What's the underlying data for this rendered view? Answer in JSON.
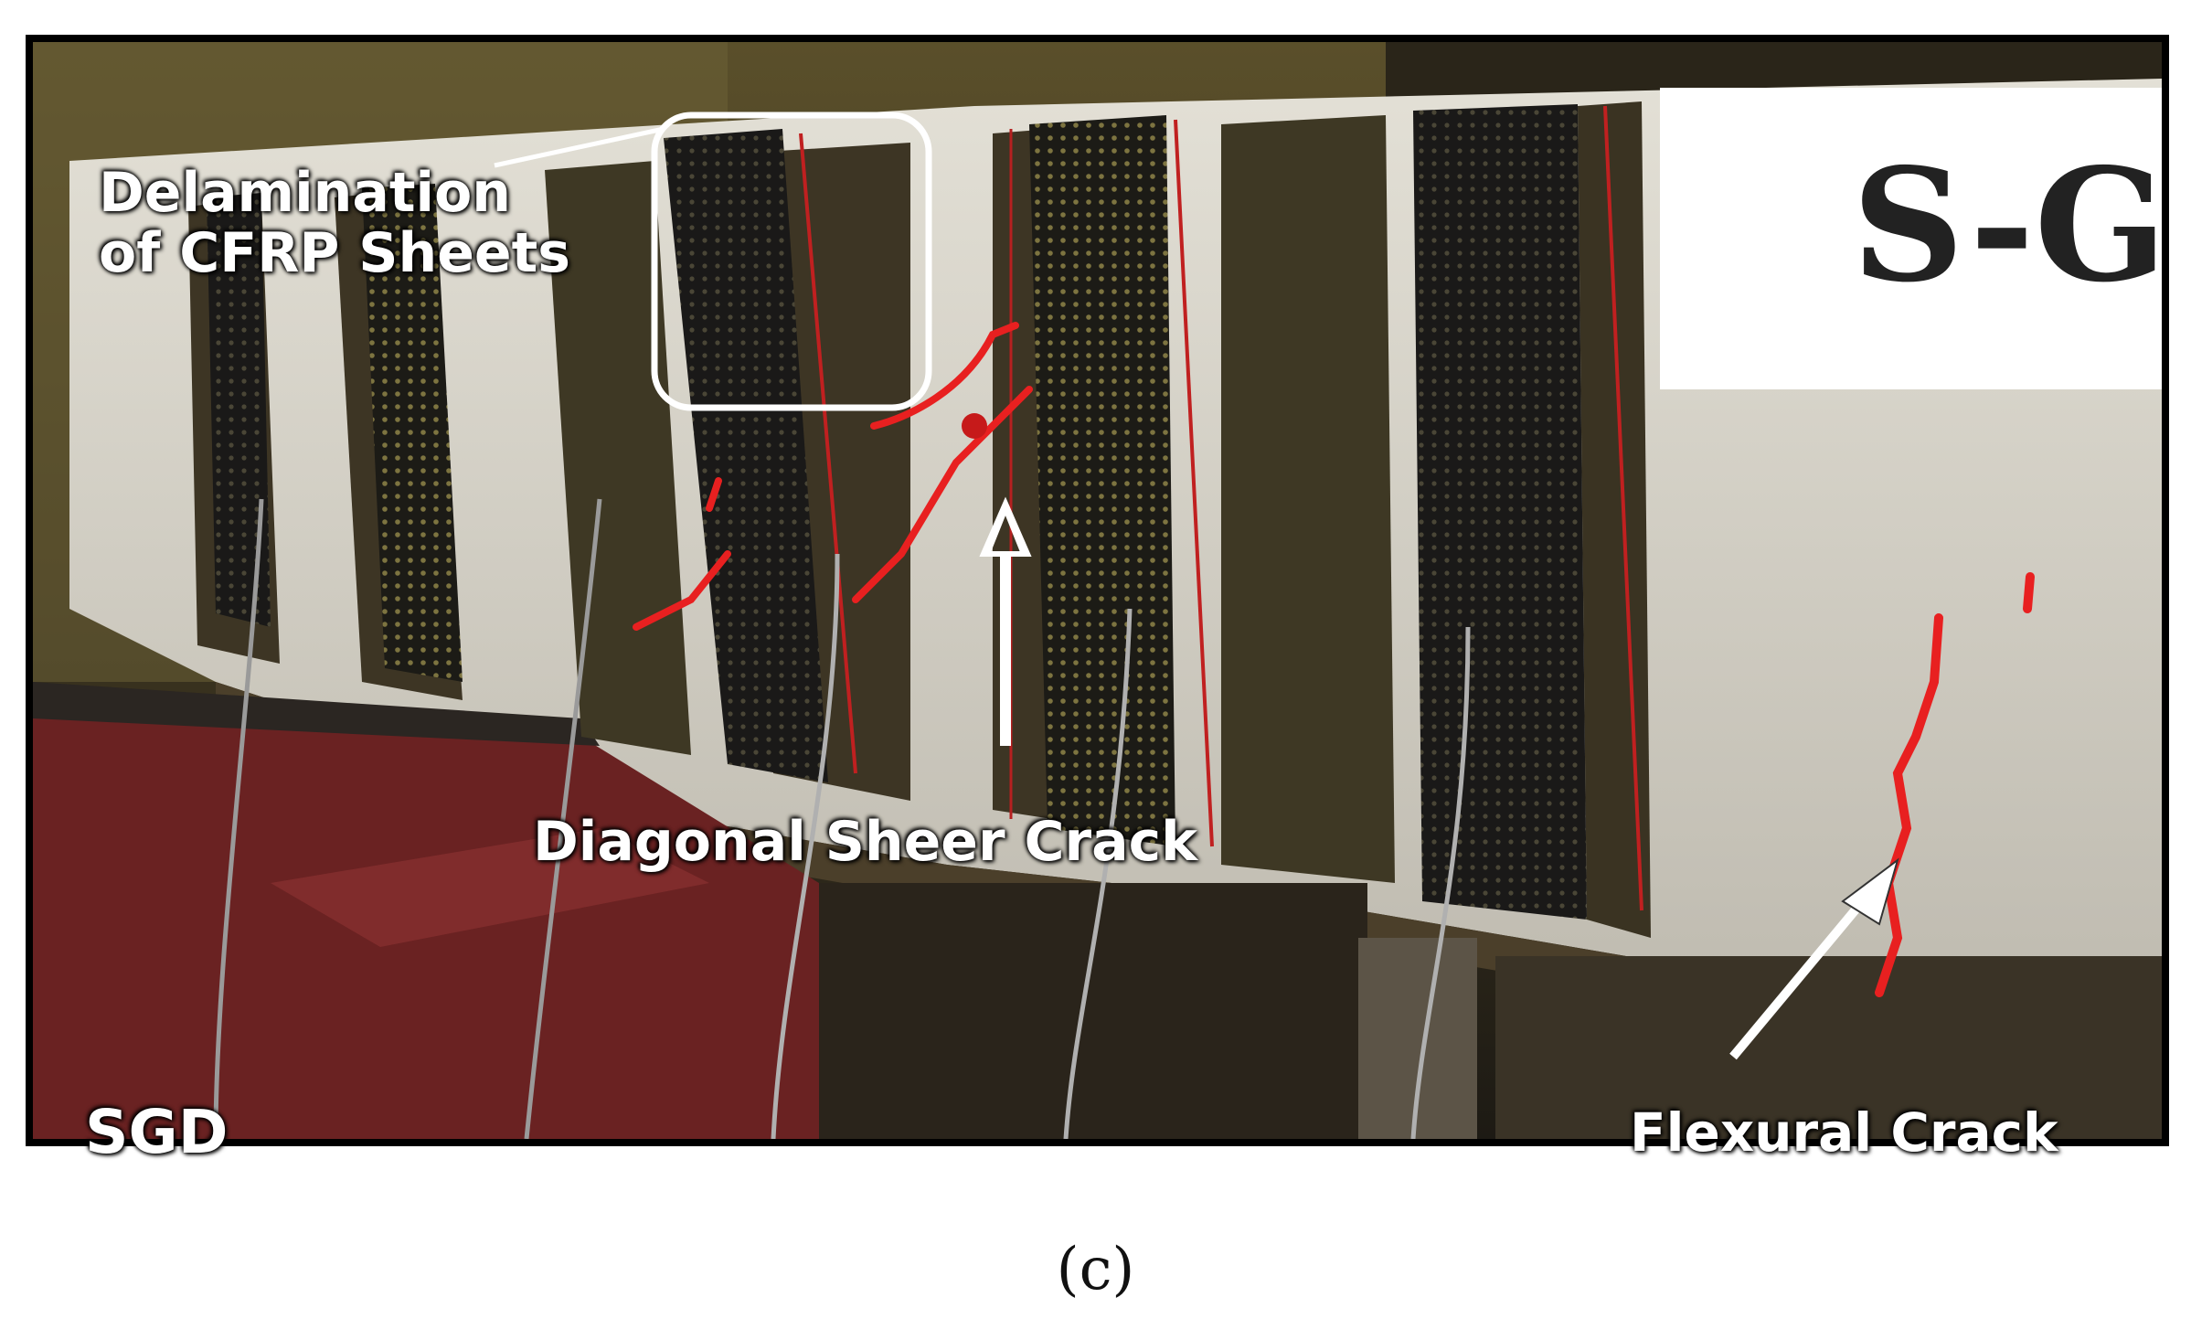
{
  "photo": {
    "annotations": {
      "delamination_line1": "Delamination",
      "delamination_line2": "of CFRP Sheets",
      "diagonal_crack": "Diagonal Sheer Crack",
      "flexural_crack": "Flexural Crack",
      "specimen_code": "SGD",
      "sign_text": "S-G"
    }
  },
  "caption": "(c)",
  "colors": {
    "crack_marker": "#e82020",
    "cfrp_sheet": "#1b1a19",
    "concrete": "#d9d6cc",
    "support_block": "#6a2222"
  }
}
